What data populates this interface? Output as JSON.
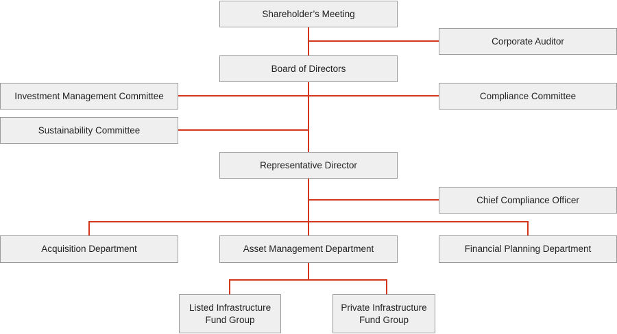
{
  "org_chart": {
    "shareholders_meeting": "Shareholder’s Meeting",
    "corporate_auditor": "Corporate Auditor",
    "board_of_directors": "Board of Directors",
    "investment_management_committee": "Investment Management Committee",
    "compliance_committee": "Compliance Committee",
    "sustainability_committee": "Sustainability Committee",
    "representative_director": "Representative Director",
    "chief_compliance_officer": "Chief Compliance Officer",
    "acquisition_department": "Acquisition Department",
    "asset_management_department": "Asset Management Department",
    "financial_planning_department": "Financial Planning Department",
    "listed_infrastructure_fund_group": "Listed Infrastructure\nFund Group",
    "private_infrastructure_fund_group": "Private Infrastructure\nFund Group"
  },
  "colors": {
    "connector": "#d2371e",
    "box_fill": "#efefef",
    "box_border": "#9a9a9a",
    "text": "#222222"
  }
}
